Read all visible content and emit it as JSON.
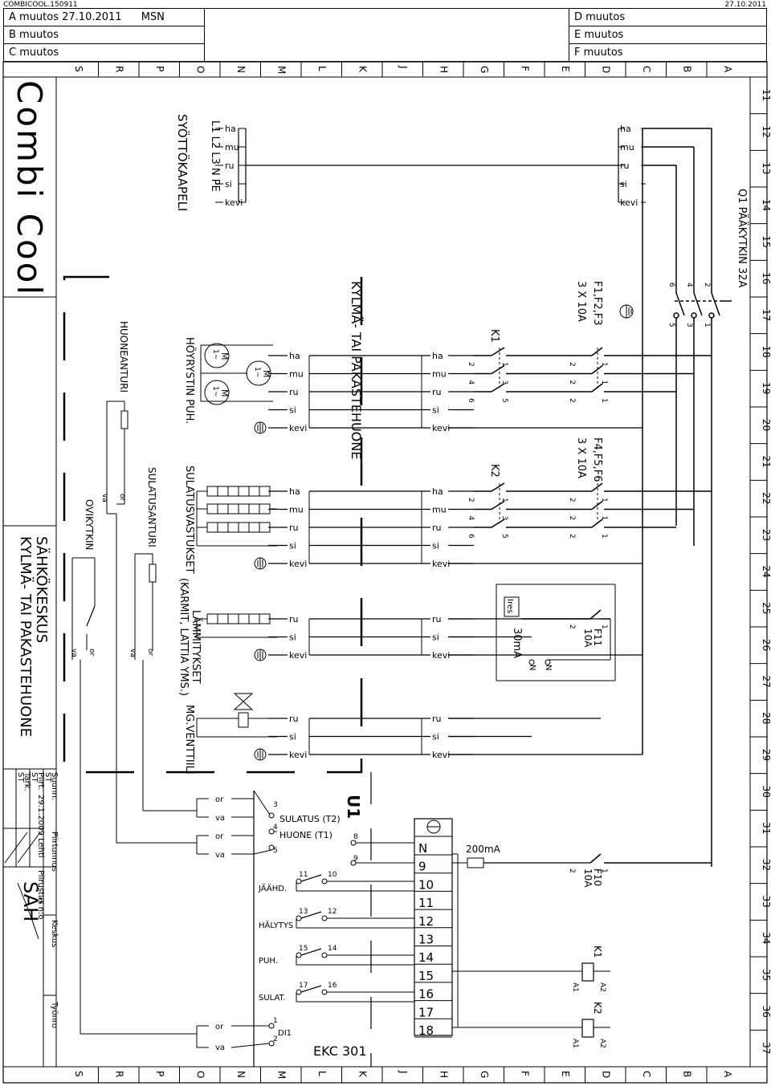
{
  "header": {
    "file_code": "COMBICOOL.150911",
    "date": "27.10.2011"
  },
  "revisions": {
    "a": "A muutos 27.10.2011",
    "a_sign": "MSN",
    "b": "B muutos",
    "c": "C muutos",
    "d": "D muutos",
    "e": "E muutos",
    "f": "F muutos"
  },
  "grid": {
    "row_letters": [
      "S",
      "R",
      "P",
      "O",
      "N",
      "M",
      "L",
      "K",
      "J",
      "H",
      "G",
      "F",
      "E",
      "D",
      "C",
      "B",
      "A"
    ],
    "col_numbers": [
      "11",
      "12",
      "13",
      "14",
      "15",
      "16",
      "17",
      "18",
      "19",
      "20",
      "21",
      "22",
      "23",
      "24",
      "25",
      "26",
      "27",
      "28",
      "29",
      "30",
      "31",
      "32",
      "33",
      "34",
      "35",
      "36",
      "37"
    ]
  },
  "title_block": {
    "logo": "Combi Cool",
    "title_line1": "SÄHKÖKESKUS",
    "title_line2": "KYLMÄ- TAI PAKASTEHUONE",
    "suunn_label": "Suunn.",
    "suunn_value": "ST",
    "piirt_label": "Piirt.",
    "piirt_value": "ST",
    "tark_label": "Tark.",
    "tark_value": "ST",
    "date": "29.1.2009",
    "piirtunnus_label": "Piirtunnus",
    "lehti_label": "Lehti",
    "piirustus_label": "Piirustus n:o",
    "piirustus_value": "SÄH",
    "keskus_label": "Keskus",
    "tyonro_label": "Työnro"
  },
  "diagram": {
    "supply_cable": "SYÖTTÖKAAPELI",
    "supply_phases": "L1 L2 L3 N PE",
    "wire_labels": [
      "ha",
      "mu",
      "ru",
      "si",
      "kevi"
    ],
    "main_switch": "Q1 PÄÄKYTKIN 32A",
    "switch_pins_top": [
      "6",
      "4",
      "2"
    ],
    "switch_pins_bottom": [
      "5",
      "3",
      "1"
    ],
    "room_title": "KYLMÄ- TAI PAKASTEHUONE",
    "fuses_1": "F1,F2,F3",
    "fuses_1_rating": "3 X 10A",
    "fuses_2": "F4,F5,F6",
    "fuses_2_rating": "3 X 10A",
    "k1": "K1",
    "k2": "K2",
    "contactor_pins_left": [
      "2",
      "4",
      "6"
    ],
    "contactor_pins_right": [
      "1",
      "3",
      "5"
    ],
    "fuse_pins": [
      "2",
      "1"
    ],
    "evap_fans": "HÖYRYSTIN PUH.",
    "motor": "M",
    "motor_phase": "1~",
    "room_sensor": "HUONEANTURI",
    "defrost_sensor": "SULATUSANTURI",
    "door_switch": "OVIKYTKIN",
    "sensor_wires": [
      "or",
      "va"
    ],
    "defrost_heaters": "SULATUSVASTUKSET",
    "heating_line1": "LÄMMITYKSET",
    "heating_line2": "(KARMIT, LATTIA YMS.)",
    "solenoid": "MG.VENTTIILI",
    "rcd_label": "Ires",
    "rcd_rating": "30mA",
    "rcd_n": "N",
    "f11": "F11",
    "f11_rating": "10A",
    "f10": "F10",
    "f10_rating": "10A",
    "fuse_200": "200mA",
    "u1": "U1",
    "controller": "EKC 301",
    "terminal_numbers": [
      "N",
      "9",
      "10",
      "11",
      "12",
      "13",
      "14",
      "15",
      "16",
      "17",
      "18"
    ],
    "input_sulatus": "SULATUS (T2)",
    "input_huone": "HUONE (T1)",
    "input_di1": "DI1",
    "out_jaahd": "JÄÄHD.",
    "out_halytys": "HÄLYTYS",
    "out_puh": "PUH.",
    "out_sulat": "SULAT.",
    "coil_pins": [
      "A1",
      "A2"
    ],
    "ctrl_pins": [
      "3",
      "4",
      "5",
      "8",
      "9",
      "10",
      "11",
      "12",
      "13",
      "14",
      "15",
      "16",
      "17",
      "1",
      "2"
    ]
  }
}
